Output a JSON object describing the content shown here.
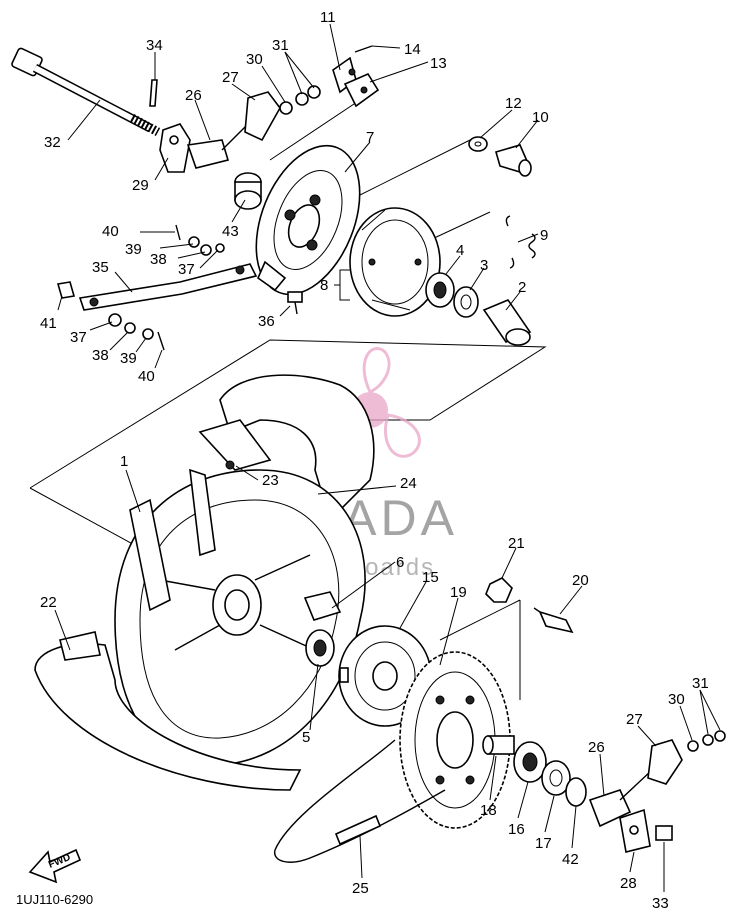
{
  "diagram": {
    "drawing_code": "1UJ110-6290",
    "direction_badge": "FWD",
    "watermark": {
      "brand": "ARMADA",
      "tagline": "marineoutboards",
      "brand_pink": "#e9a6c8",
      "text_gray": "#5a5a5a"
    },
    "callouts": [
      {
        "id": "c1",
        "label": "1"
      },
      {
        "id": "c2",
        "label": "2"
      },
      {
        "id": "c3",
        "label": "3"
      },
      {
        "id": "c4",
        "label": "4"
      },
      {
        "id": "c5",
        "label": "5"
      },
      {
        "id": "c6",
        "label": "6"
      },
      {
        "id": "c7",
        "label": "7"
      },
      {
        "id": "c8",
        "label": "8"
      },
      {
        "id": "c9",
        "label": "9"
      },
      {
        "id": "c10",
        "label": "10"
      },
      {
        "id": "c11",
        "label": "11"
      },
      {
        "id": "c12",
        "label": "12"
      },
      {
        "id": "c13",
        "label": "13"
      },
      {
        "id": "c14",
        "label": "14"
      },
      {
        "id": "c15",
        "label": "15"
      },
      {
        "id": "c16",
        "label": "16"
      },
      {
        "id": "c17",
        "label": "17"
      },
      {
        "id": "c18",
        "label": "18"
      },
      {
        "id": "c19",
        "label": "19"
      },
      {
        "id": "c20",
        "label": "20"
      },
      {
        "id": "c21",
        "label": "21"
      },
      {
        "id": "c22",
        "label": "22"
      },
      {
        "id": "c23",
        "label": "23"
      },
      {
        "id": "c24",
        "label": "24"
      },
      {
        "id": "c25",
        "label": "25"
      },
      {
        "id": "c26a",
        "label": "26"
      },
      {
        "id": "c26b",
        "label": "26"
      },
      {
        "id": "c27a",
        "label": "27"
      },
      {
        "id": "c27b",
        "label": "27"
      },
      {
        "id": "c28",
        "label": "28"
      },
      {
        "id": "c29",
        "label": "29"
      },
      {
        "id": "c30a",
        "label": "30"
      },
      {
        "id": "c30b",
        "label": "30"
      },
      {
        "id": "c31a",
        "label": "31"
      },
      {
        "id": "c31b",
        "label": "31"
      },
      {
        "id": "c32",
        "label": "32"
      },
      {
        "id": "c33",
        "label": "33"
      },
      {
        "id": "c34",
        "label": "34"
      },
      {
        "id": "c35",
        "label": "35"
      },
      {
        "id": "c36",
        "label": "36"
      },
      {
        "id": "c37a",
        "label": "37"
      },
      {
        "id": "c37b",
        "label": "37"
      },
      {
        "id": "c38a",
        "label": "38"
      },
      {
        "id": "c38b",
        "label": "38"
      },
      {
        "id": "c39a",
        "label": "39"
      },
      {
        "id": "c39b",
        "label": "39"
      },
      {
        "id": "c40a",
        "label": "40"
      },
      {
        "id": "c40b",
        "label": "40"
      },
      {
        "id": "c41",
        "label": "41"
      },
      {
        "id": "c42",
        "label": "42"
      },
      {
        "id": "c43",
        "label": "43"
      }
    ]
  }
}
